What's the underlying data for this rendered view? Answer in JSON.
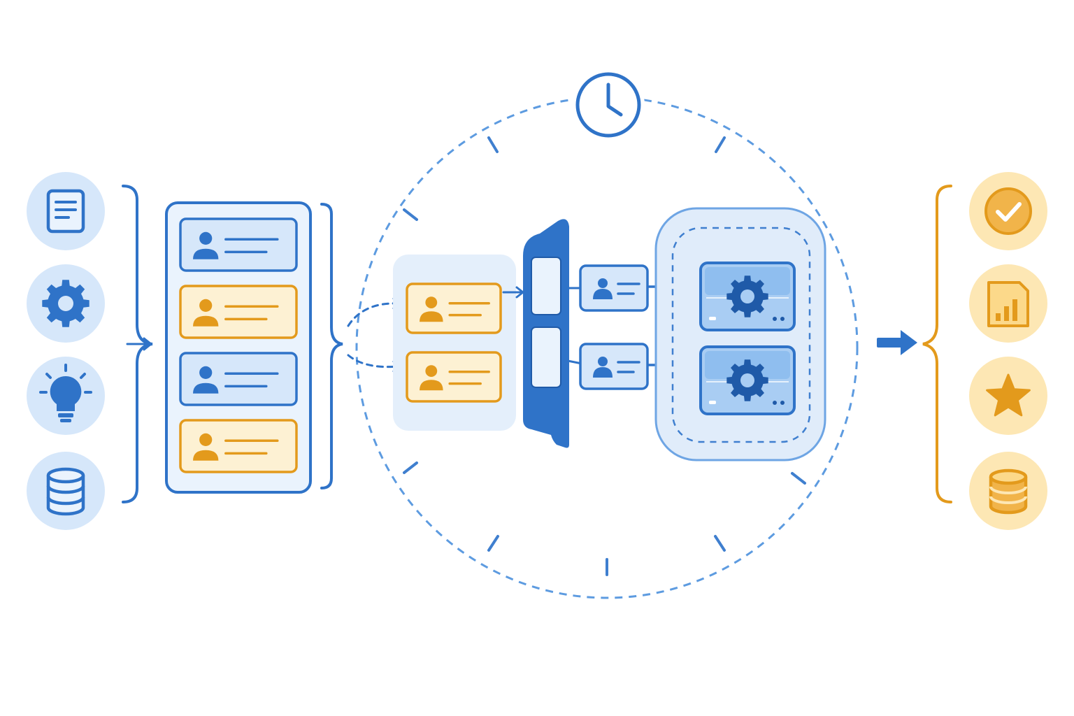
{
  "colors": {
    "blue": "#2f73c8",
    "blue_mid": "#4a8ad8",
    "blue_light": "#d6e7fa",
    "blue_pale": "#eaf3fd",
    "orange": "#e39a1c",
    "orange_light": "#fde7b4",
    "orange_pale": "#fdf1d3",
    "dashed": "#5d9be0"
  },
  "inputs": {
    "icons": [
      "document-icon",
      "gear-icon",
      "lightbulb-icon",
      "database-icon"
    ]
  },
  "queue": {
    "cards": [
      {
        "tone": "blue",
        "icon": "person-icon"
      },
      {
        "tone": "orange",
        "icon": "person-icon"
      },
      {
        "tone": "blue",
        "icon": "person-icon"
      },
      {
        "tone": "orange",
        "icon": "person-icon"
      }
    ]
  },
  "cycle": {
    "icon": "clock-icon",
    "staged_cards": [
      {
        "tone": "orange",
        "icon": "person-icon"
      },
      {
        "tone": "orange",
        "icon": "person-icon"
      }
    ],
    "dispatched_cards": [
      {
        "tone": "blue",
        "icon": "person-icon"
      },
      {
        "tone": "blue",
        "icon": "person-icon"
      }
    ],
    "processors": [
      {
        "icon": "gear-icon"
      },
      {
        "icon": "gear-icon"
      }
    ]
  },
  "outputs": {
    "icons": [
      "checkmark-icon",
      "bar-chart-icon",
      "star-icon",
      "database-icon"
    ]
  }
}
